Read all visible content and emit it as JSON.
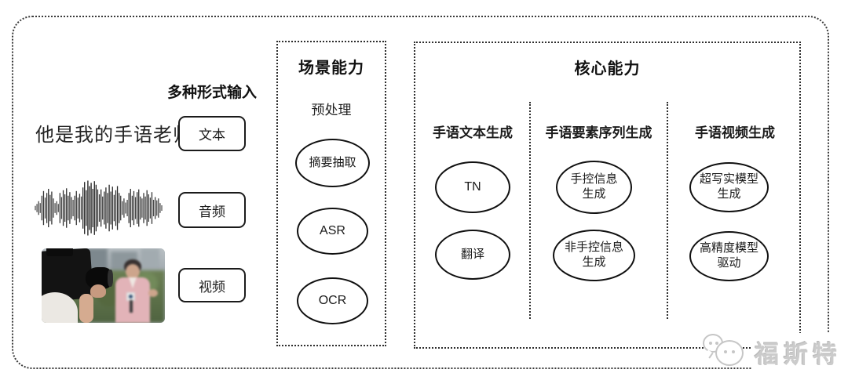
{
  "input_section": {
    "title": "多种形式输入",
    "text_item": {
      "label": "文本",
      "sample_text": "他是我的手语老师"
    },
    "audio_item": {
      "label": "音频"
    },
    "video_item": {
      "label": "视频"
    }
  },
  "scene_section": {
    "title": "场景能力",
    "group_label": "预处理",
    "nodes": [
      "摘要抽取",
      "ASR",
      "OCR"
    ]
  },
  "core_section": {
    "title": "核心能力",
    "columns": [
      {
        "header": "手语文本生成",
        "nodes": [
          "TN",
          "翻译"
        ]
      },
      {
        "header": "手语要素序列生成",
        "nodes": [
          "手控信息\n生成",
          "非手控信息\n生成"
        ]
      },
      {
        "header": "手语视频生成",
        "nodes": [
          "超写实模型\n生成",
          "高精度模型\n驱动"
        ]
      }
    ]
  },
  "watermark": {
    "text": "福斯特",
    "logo": "chat-bubbles-face-logo"
  },
  "colors": {
    "background": "#ffffff",
    "line": "#2e2e2e",
    "text": "#1f1f1f",
    "watermark": "#c6c6c6",
    "waveform": "#1b1b1b"
  },
  "waveform": {
    "amplitudes": [
      0.08,
      0.15,
      0.25,
      0.18,
      0.45,
      0.62,
      0.38,
      0.55,
      0.7,
      0.48,
      0.6,
      0.35,
      0.18,
      0.25,
      0.15,
      0.55,
      0.4,
      0.65,
      0.5,
      0.72,
      0.45,
      0.58,
      0.4,
      0.3,
      0.45,
      0.62,
      0.38,
      0.52,
      0.42,
      0.75,
      0.95,
      0.65,
      1.0,
      0.8,
      0.92,
      0.7,
      0.98,
      0.85,
      0.68,
      0.5,
      0.68,
      0.42,
      0.6,
      0.75,
      0.55,
      0.85,
      0.6,
      0.78,
      0.48,
      0.65,
      0.8,
      0.55,
      0.45,
      0.25,
      0.35,
      0.2,
      0.3,
      0.55,
      0.7,
      0.45,
      0.62,
      0.4,
      0.58,
      0.68,
      0.42,
      0.35,
      0.55,
      0.42,
      0.65,
      0.5,
      0.38,
      0.58,
      0.3,
      0.4,
      0.28,
      0.35,
      0.18,
      0.1
    ]
  }
}
